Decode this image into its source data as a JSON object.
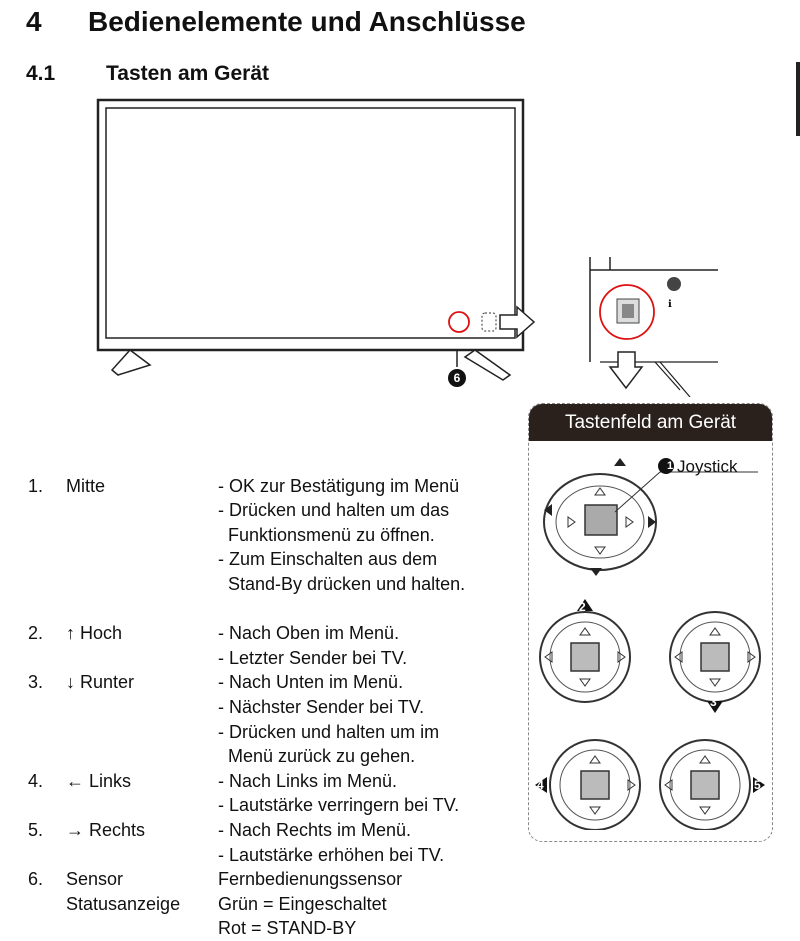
{
  "heading": {
    "number": "4",
    "title": "Bedienelemente und Anschlüsse"
  },
  "subheading": {
    "number": "4.1",
    "title": "Tasten am Gerät"
  },
  "panel": {
    "title": "Tastenfeld am Gerät",
    "joystick_label": "Joystick",
    "joystick_marker": "1"
  },
  "tv_marker": "6",
  "rows": [
    {
      "num": "1.",
      "label": "Mitte",
      "desc": "- OK zur Bestätigung im Menü"
    },
    {
      "num": "",
      "label": "",
      "desc": "- Drücken und halten um das"
    },
    {
      "num": "",
      "label": "",
      "desc": "  Funktionsmenü zu öffnen."
    },
    {
      "num": "",
      "label": "",
      "desc": "- Zum Einschalten aus dem"
    },
    {
      "num": "",
      "label": "",
      "desc": "  Stand-By drücken und halten."
    },
    {
      "num": "2.",
      "label": "↑ Hoch",
      "desc": "- Nach Oben im Menü."
    },
    {
      "num": "",
      "label": "",
      "desc": "- Letzter Sender bei TV."
    },
    {
      "num": "3.",
      "label": "↓ Runter",
      "desc": "- Nach Unten im Menü."
    },
    {
      "num": "",
      "label": "",
      "desc": "- Nächster Sender bei TV."
    },
    {
      "num": "",
      "label": "",
      "desc": "- Drücken und halten um im"
    },
    {
      "num": "",
      "label": "",
      "desc": "  Menü zurück zu gehen."
    },
    {
      "num": "4.",
      "label": "← Links",
      "desc": "- Nach Links im Menü."
    },
    {
      "num": "",
      "label": "",
      "desc": "- Lautstärke verringern bei TV."
    },
    {
      "num": "5.",
      "label": "→ Rechts",
      "desc": "- Nach Rechts im Menü."
    },
    {
      "num": "",
      "label": "",
      "desc": "- Lautstärke erhöhen bei TV."
    },
    {
      "num": "6.",
      "label": "Sensor",
      "desc": "Fernbedienungssensor"
    },
    {
      "num": "",
      "label": "Statusanzeige",
      "desc": "Grün = Eingeschaltet"
    },
    {
      "num": "",
      "label": "",
      "desc": "Rot = STAND-BY"
    }
  ],
  "dpad_markers": {
    "up": "2",
    "down": "3",
    "left": "4",
    "right": "5"
  }
}
